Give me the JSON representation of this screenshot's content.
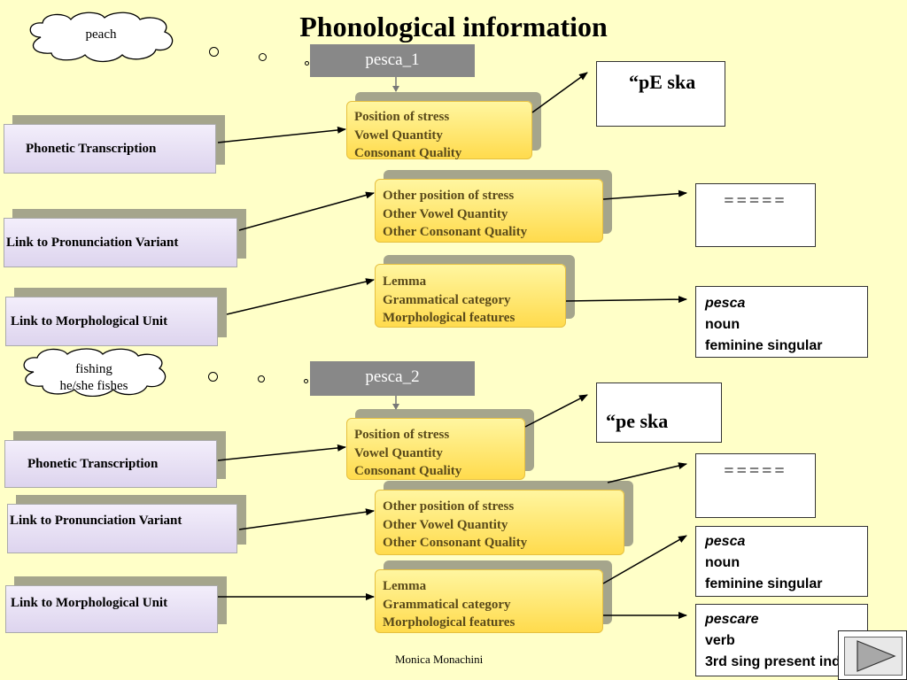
{
  "title": "Phonological information",
  "footer": "Monica Monachini",
  "colors": {
    "background": "#ffffc8",
    "tab": "#888888",
    "yellow": "#ffdb4d",
    "lavender": "#ddd4ee",
    "shadow": "#a5a58c"
  },
  "section1": {
    "cloud": [
      "peach"
    ],
    "tab": "pesca_1",
    "left": {
      "phonetic": "Phonetic Transcription",
      "variant": "Link to Pronunciation Variant",
      "morph": "Link to Morphological Unit"
    },
    "stress": [
      "Position of stress",
      "Vowel Quantity",
      "Consonant Quality"
    ],
    "other": [
      "Other position of stress",
      "Other Vowel Quantity",
      "Other Consonant Quality"
    ],
    "lemma": [
      "Lemma",
      "Grammatical category",
      "Morphological features"
    ],
    "transcription": "“pE ska",
    "variant_value": "=====",
    "morph_value": [
      "pesca",
      "noun",
      "feminine singular"
    ]
  },
  "section2": {
    "cloud": [
      "fishing",
      "he/she fishes"
    ],
    "tab": "pesca_2",
    "left": {
      "phonetic": "Phonetic Transcription",
      "variant": "Link to Pronunciation Variant",
      "morph": "Link to Morphological Unit"
    },
    "stress": [
      "Position of stress",
      "Vowel Quantity",
      "Consonant Quality"
    ],
    "other": [
      "Other position of stress",
      "Other Vowel Quantity",
      "Other Consonant Quality"
    ],
    "lemma": [
      "Lemma",
      "Grammatical category",
      "Morphological features"
    ],
    "transcription": "“pe ska",
    "variant_value": "=====",
    "morph_value_1": [
      "pesca",
      "noun",
      "feminine singular"
    ],
    "morph_value_2": [
      "pescare",
      "verb",
      "3rd sing present ind"
    ]
  },
  "nav": {
    "icon": "play-triangle-icon"
  }
}
